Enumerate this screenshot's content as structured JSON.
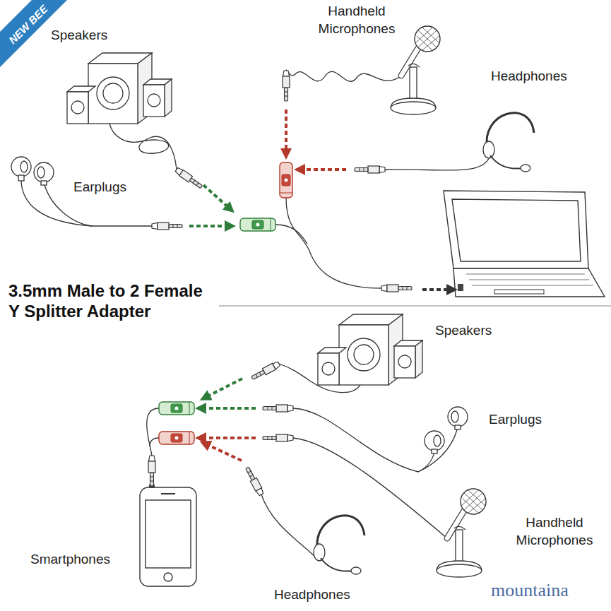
{
  "diagram": {
    "title": "3.5mm Male to 2 Female Y Splitter Adapter",
    "labels": [
      "NEW BEE",
      "Speakers",
      "Handheld Microphones",
      "Headphones",
      "Earplugs",
      "Speakers",
      "Earplugs",
      "Handheld Microphones",
      "Smartphones",
      "Headphones",
      "mountaina"
    ]
  }
}
